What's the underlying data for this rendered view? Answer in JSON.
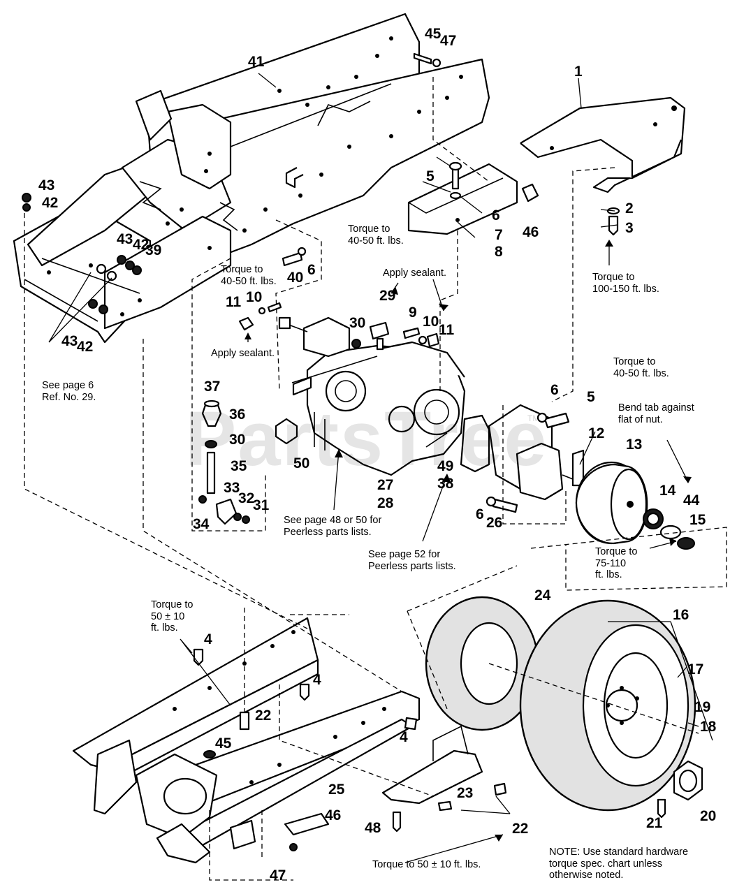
{
  "watermark": {
    "text": "PartsTree",
    "trademark": "TM"
  },
  "callouts": {
    "n1": "1",
    "n2": "2",
    "n3": "3",
    "n4a": "4",
    "n4b": "4",
    "n4c": "4",
    "n5a": "5",
    "n5b": "5",
    "n6a": "6",
    "n6b": "6",
    "n6c": "6",
    "n6d": "6",
    "n7": "7",
    "n8": "8",
    "n9": "9",
    "n10a": "10",
    "n10b": "10",
    "n11a": "11",
    "n11b": "11",
    "n12": "12",
    "n13": "13",
    "n14": "14",
    "n15": "15",
    "n16": "16",
    "n17": "17",
    "n18": "18",
    "n19": "19",
    "n20": "20",
    "n21": "21",
    "n22a": "22",
    "n22b": "22",
    "n23": "23",
    "n24": "24",
    "n25": "25",
    "n26": "26",
    "n27": "27",
    "n28": "28",
    "n29": "29",
    "n30a": "30",
    "n30b": "30",
    "n31": "31",
    "n32": "32",
    "n33": "33",
    "n34": "34",
    "n35": "35",
    "n36": "36",
    "n37": "37",
    "n38": "38",
    "n39": "39",
    "n40": "40",
    "n41": "41",
    "n42a": "42",
    "n42b": "42",
    "n42c": "42",
    "n43a": "43",
    "n43b": "43",
    "n43c": "43",
    "n44": "44",
    "n45a": "45",
    "n45b": "45",
    "n46a": "46",
    "n46b": "46",
    "n47a": "47",
    "n47b": "47",
    "n48": "48",
    "n49": "49",
    "n50": "50"
  },
  "notes": {
    "torque_40_50_a": [
      "Torque to",
      "40-50 ft. lbs."
    ],
    "torque_40_50_b": [
      "Torque to",
      "40-50 ft. lbs."
    ],
    "torque_40_50_c": [
      "Torque to",
      "40-50 ft. lbs."
    ],
    "torque_100_150": [
      "Torque to",
      "100-150 ft. lbs."
    ],
    "apply_sealant_a": "Apply sealant.",
    "apply_sealant_b": "Apply sealant.",
    "see_page_6": [
      "See page 6",
      "Ref. No. 29."
    ],
    "bend_tab": [
      "Bend tab against",
      "flat of nut."
    ],
    "see_page_48": [
      "See page 48 or 50 for",
      "Peerless parts lists."
    ],
    "see_page_52": [
      "See page 52 for",
      "Peerless parts lists."
    ],
    "torque_75_110": [
      "Torque to",
      "75-110",
      "ft. lbs."
    ],
    "torque_50_10_a": [
      "Torque to",
      "50 ± 10",
      "ft. lbs."
    ],
    "torque_50_10_b": "Torque to 50 ± 10 ft. lbs.",
    "standard_hardware": [
      "NOTE: Use standard hardware",
      "torque spec. chart unless",
      "otherwise noted."
    ]
  }
}
